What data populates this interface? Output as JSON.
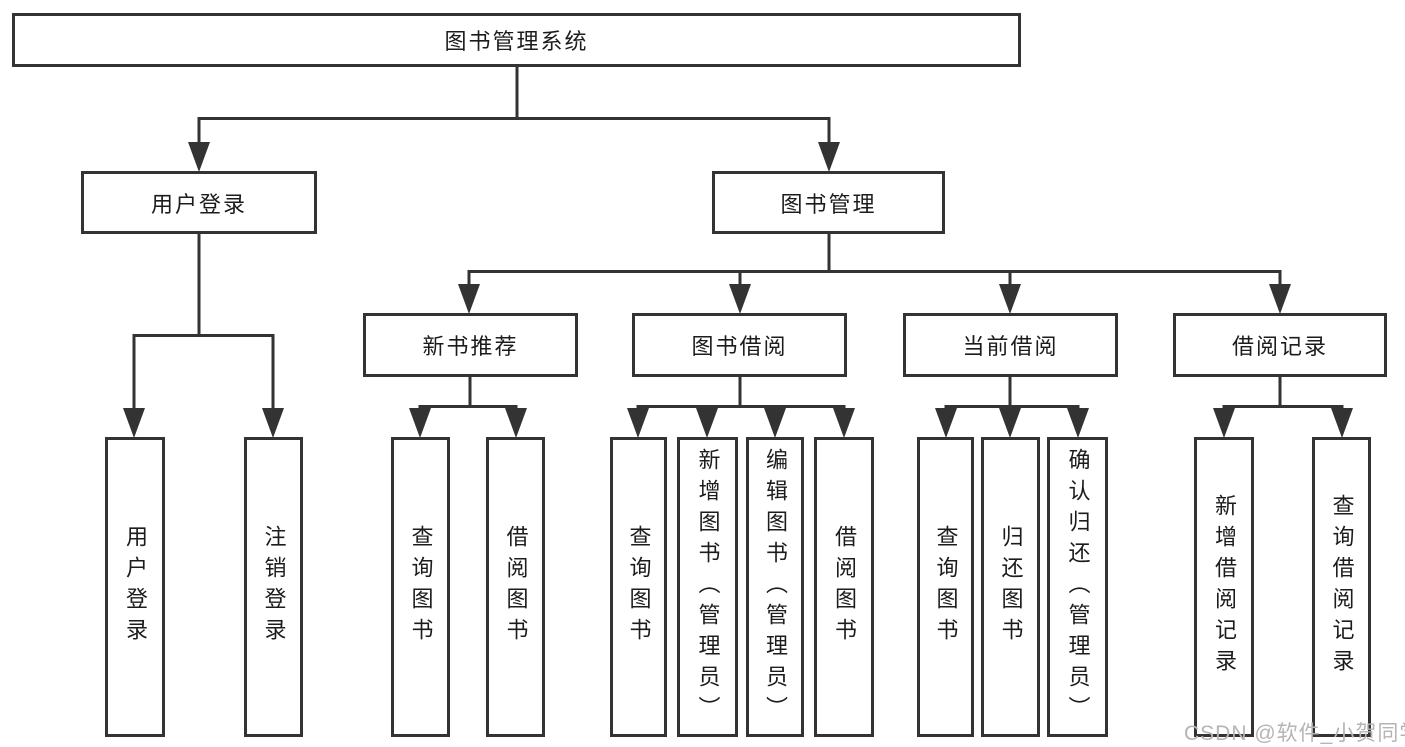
{
  "diagram": {
    "type": "tree",
    "title": "图书管理系统",
    "orientation": "top-down",
    "colors": {
      "background": "#ffffff",
      "line": "#333333",
      "box_border": "#333333",
      "box_fill": "#ffffff",
      "text": "#1c1c1c",
      "watermark": "#b5b5b5"
    }
  },
  "tree": {
    "root": {
      "label": "图书管理系统"
    },
    "branches": [
      {
        "label": "用户登录",
        "children": [
          "用户登录",
          "注销登录"
        ]
      },
      {
        "label": "图书管理",
        "children": [
          {
            "label": "新书推荐",
            "children": [
              "查询图书",
              "借阅图书"
            ]
          },
          {
            "label": "图书借阅",
            "children": [
              "查询图书",
              "新增图书（管理员）",
              "编辑图书（管理员）",
              "借阅图书"
            ]
          },
          {
            "label": "当前借阅",
            "children": [
              "查询图书",
              "归还图书",
              "确认归还（管理员）"
            ]
          },
          {
            "label": "借阅记录",
            "children": [
              "新增借阅记录",
              "查询借阅记录"
            ]
          }
        ]
      }
    ]
  },
  "watermark": {
    "text": "CSDN @软件_小贺同学"
  }
}
